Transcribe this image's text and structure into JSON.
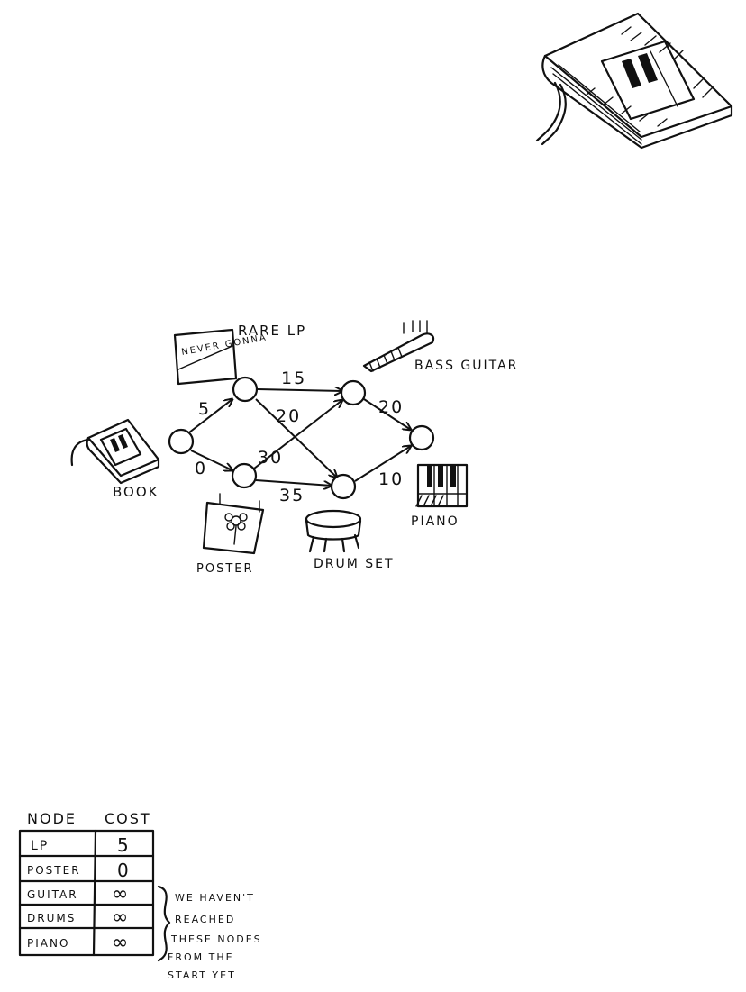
{
  "graph": {
    "nodes": [
      {
        "id": "book",
        "label": "BOOK"
      },
      {
        "id": "lp",
        "label": "RARE LP",
        "art_text": "NEVER GONNA"
      },
      {
        "id": "poster",
        "label": "POSTER"
      },
      {
        "id": "guitar",
        "label": "BASS GUITAR"
      },
      {
        "id": "drums",
        "label": "DRUM SET"
      },
      {
        "id": "piano",
        "label": "PIANO"
      }
    ],
    "edges": [
      {
        "from": "book",
        "to": "lp",
        "weight": "5"
      },
      {
        "from": "book",
        "to": "poster",
        "weight": "0"
      },
      {
        "from": "lp",
        "to": "guitar",
        "weight": "15"
      },
      {
        "from": "lp",
        "to": "drums",
        "weight": "20"
      },
      {
        "from": "poster",
        "to": "guitar",
        "weight": "30"
      },
      {
        "from": "poster",
        "to": "drums",
        "weight": "35"
      },
      {
        "from": "guitar",
        "to": "piano",
        "weight": "20"
      },
      {
        "from": "drums",
        "to": "piano",
        "weight": "10"
      }
    ]
  },
  "cost_table": {
    "headers": [
      "NODE",
      "COST"
    ],
    "rows": [
      {
        "node": "LP",
        "cost": "5"
      },
      {
        "node": "POSTER",
        "cost": "0"
      },
      {
        "node": "GUITAR",
        "cost": "∞"
      },
      {
        "node": "DRUMS",
        "cost": "∞"
      },
      {
        "node": "PIANO",
        "cost": "∞"
      }
    ],
    "note": [
      "WE HAVEN'T",
      "REACHED",
      "THESE NODES",
      "FROM THE",
      "START YET"
    ]
  }
}
